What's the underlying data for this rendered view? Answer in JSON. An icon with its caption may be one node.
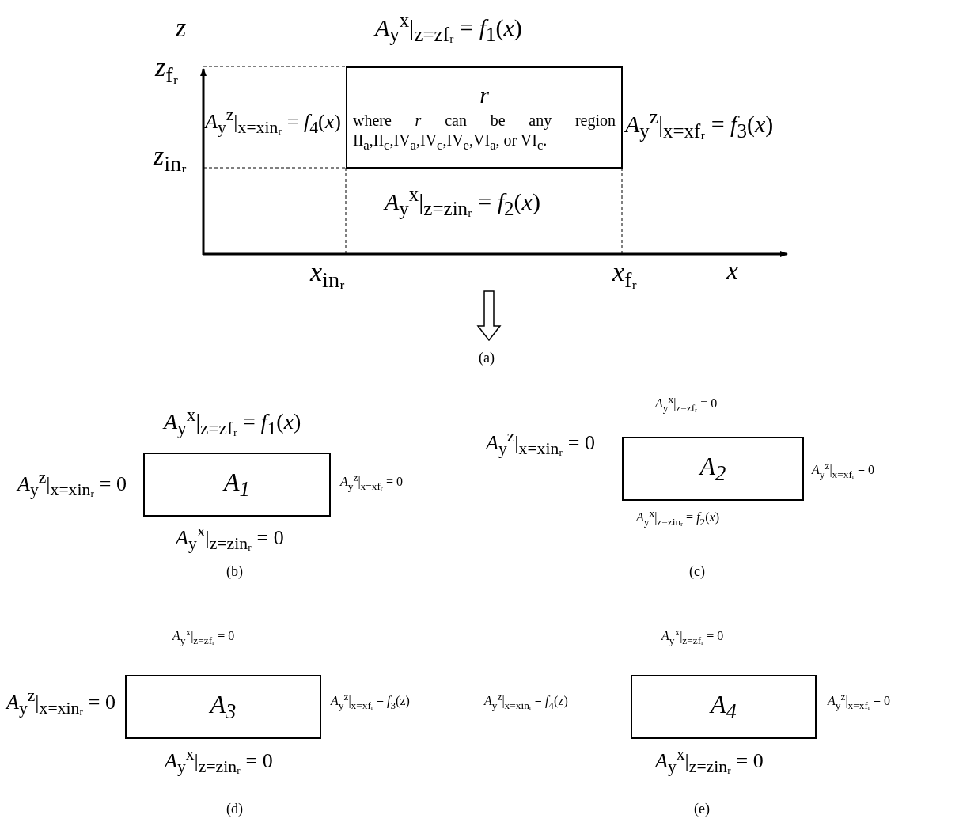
{
  "diagram": {
    "nodes": [
      {
        "text": [
          "r",
          "where *r* can be any region II$_{a}$,II$_{c}$,IV$_{a}$,IV$_{c}$,IV$_{e}$,VI$_{a}$, or VI$_{c}$."
        ]
      },
      {
        "text": [
          "A$_{1}$"
        ]
      },
      {
        "text": [
          "A$_{2}$"
        ]
      },
      {
        "text": [
          "A$_{3}$"
        ]
      },
      {
        "text": [
          "A$_{4}$"
        ]
      }
    ],
    "labels": [
      "*z*",
      "*A*$_{y}$$^{x}$|$_{z=zfᵣ}$ = *f*$_{1}$(*x*)",
      "*z*$_{fᵣ}$",
      "*A*$_{y}$$^{z}$|$_{x=xinᵣ}$ = *f*$_{4}$(*x*)",
      "*A*$_{y}$$^{z}$|$_{x=xfᵣ}$ = *f*$_{3}$(*x*)",
      "*z*$_{inᵣ}$",
      "*A*$_{y}$$^{x}$|$_{z=zinᵣ}$ = *f*$_{2}$(*x*)",
      "*x*$_{inᵣ}$",
      "*x*$_{fᵣ}$",
      "*x*",
      "(a)",
      "*A*$_{y}$$^{x}$|$_{z=zfᵣ}$ = *f*$_{1}$(*x*)",
      "*A*$_{y}$$^{z}$|$_{x=xinᵣ}$ = 0",
      "*A*$_{y}$$^{z}$|$_{x=xfᵣ}$ = 0",
      "*A*$_{y}$$^{x}$|$_{z=zinᵣ}$ = 0",
      "(b)",
      "*A*$_{y}$$^{x}$|$_{z=zfᵣ}$ = 0",
      "*A*$_{y}$$^{z}$|$_{x=xinᵣ}$ = 0",
      "*A*$_{y}$$^{z}$|$_{x=xfᵣ}$ = 0",
      "*A*$_{y}$$^{x}$|$_{z=zinᵣ}$ = *f*$_{2}$(*x*)",
      "(c)",
      "*A*$_{y}$$^{x}$|$_{z=zfᵣ}$ = 0",
      "*A*$_{y}$$^{z}$|$_{x=xinᵣ}$ = 0",
      "*A*$_{y}$$^{z}$|$_{x=xfᵣ}$ = *f*$_{3}$(z)",
      "*A*$_{y}$$^{x}$|$_{z=zinᵣ}$ = 0",
      "(d)",
      "*A*$_{y}$$^{x}$|$_{z=zfᵣ}$ = 0",
      "*A*$_{y}$$^{z}$|$_{x=xinᵣ}$ = *f*$_{4}$(z)",
      "*A*$_{y}$$^{z}$|$_{x=xfᵣ}$ = 0",
      "*A*$_{y}$$^{x}$|$_{z=zinᵣ}$ = 0",
      "(e)"
    ]
  }
}
